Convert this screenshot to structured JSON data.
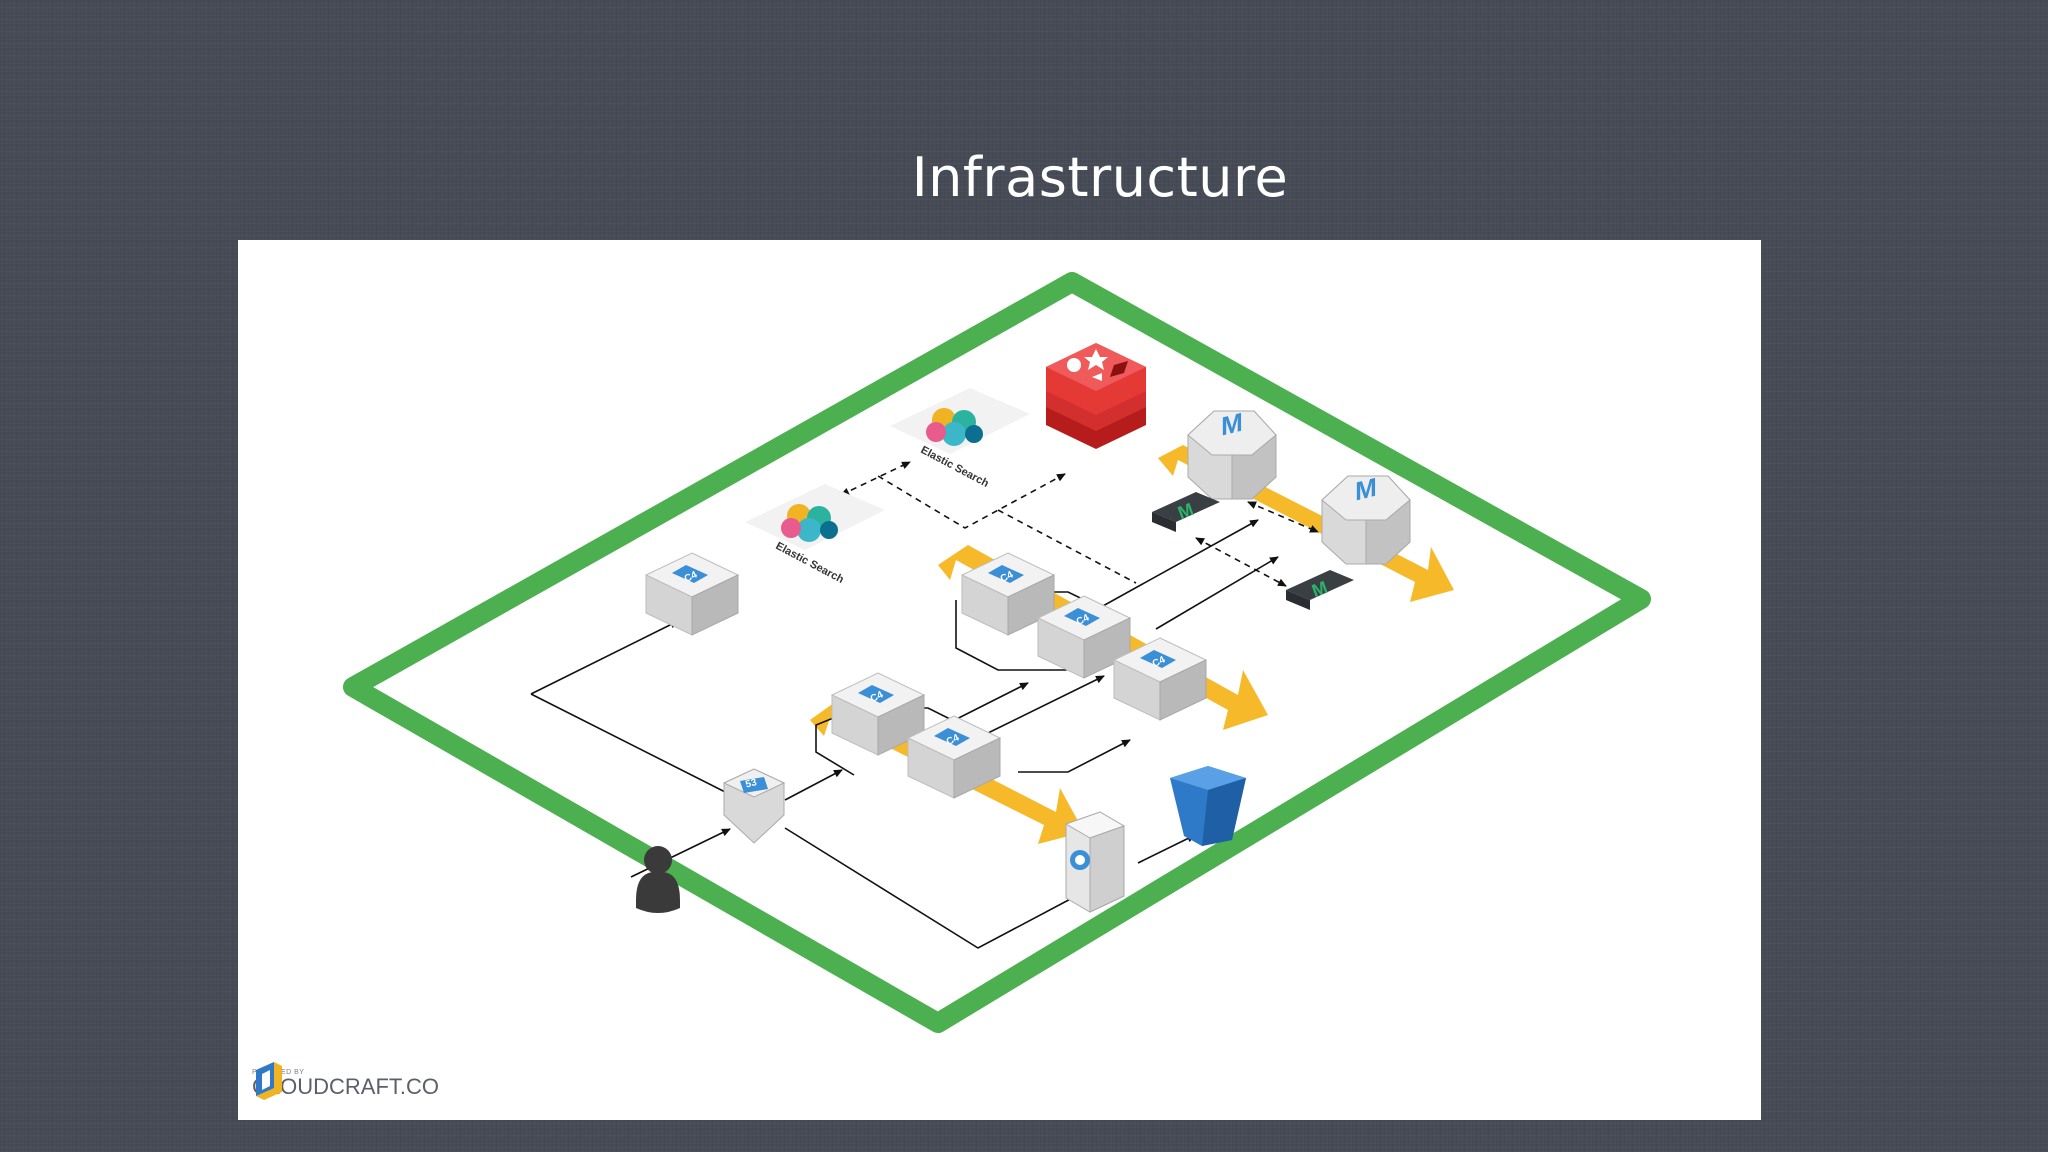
{
  "slide": {
    "title": "Infrastructure"
  },
  "diagram": {
    "node_labels": {
      "compute": "C4",
      "dns": "53",
      "mongo": "M"
    },
    "elastic_search_label": "Elastic Search"
  },
  "logo": {
    "powered_by": "POWERED BY",
    "name": "CLOUDCRAFT.CO"
  },
  "colors": {
    "background": "#464b56",
    "zone_border": "#4caf50",
    "autoscale": "#f5b51f",
    "node_badge": "#3a8fd6",
    "redis": "#d62b2b",
    "bucket": "#2f79c9"
  }
}
